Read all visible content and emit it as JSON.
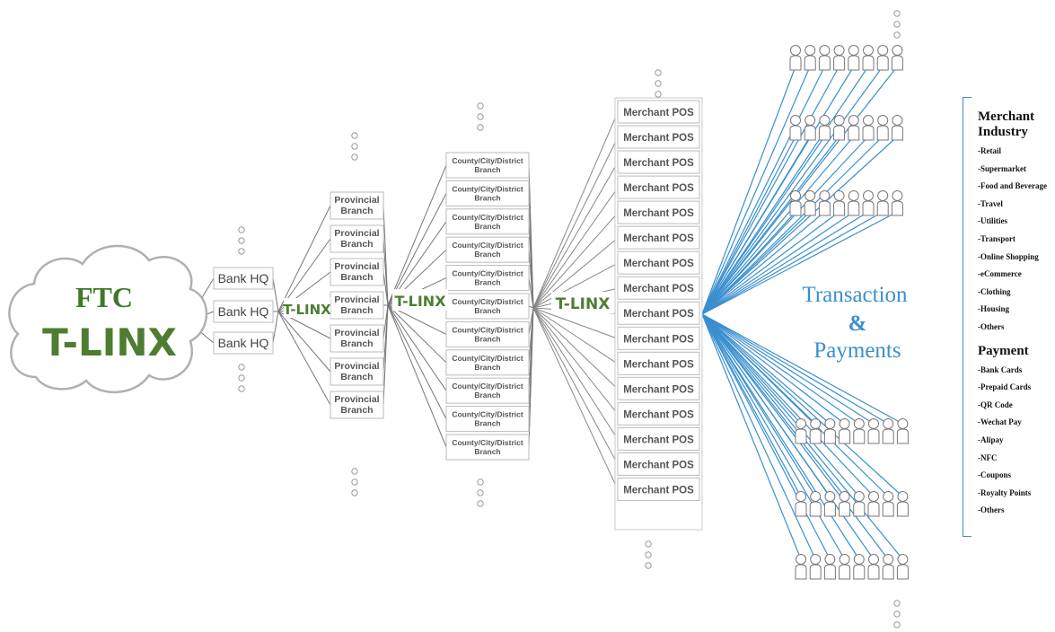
{
  "cloud": {
    "line1": "FTC",
    "line2": "T-LINX"
  },
  "bank_hq": [
    "Bank HQ",
    "Bank HQ",
    "Bank HQ"
  ],
  "linx_label": "T-LINX",
  "provincial": [
    "Provincial Branch",
    "Provincial Branch",
    "Provincial Branch",
    "Provincial Branch",
    "Provincial Branch",
    "Provincial Branch",
    "Provincial Branch"
  ],
  "county": [
    "County/City/District Branch",
    "County/City/District Branch",
    "County/City/District Branch",
    "County/City/District Branch",
    "County/City/District Branch",
    "County/City/District Branch",
    "County/City/District Branch",
    "County/City/District Branch",
    "County/City/District Branch",
    "County/City/District Branch",
    "County/City/District Branch"
  ],
  "merchant_pos": [
    "Merchant POS",
    "Merchant POS",
    "Merchant POS",
    "Merchant POS",
    "Merchant POS",
    "Merchant POS",
    "Merchant POS",
    "Merchant POS",
    "Merchant POS",
    "Merchant POS",
    "Merchant POS",
    "Merchant POS",
    "Merchant POS",
    "Merchant POS",
    "Merchant POS",
    "Merchant POS"
  ],
  "transaction": {
    "line1": "Transaction",
    "line2": "&",
    "line3": "Payments"
  },
  "legend": {
    "industry_title_1": "Merchant",
    "industry_title_2": "Industry",
    "industry_items": [
      "-Retail",
      "-Supermarket",
      "-Food and Beverage",
      "-Travel",
      "-Utilities",
      "-Transport",
      "-Online Shopping",
      "-eCommerce",
      "-Clothing",
      "-Housing",
      "-Others"
    ],
    "payment_title": "Payment",
    "payment_items": [
      "-Bank Cards",
      "-Prepaid Cards",
      "-QR Code",
      "-Wechat Pay",
      "-Alipay",
      "-NFC",
      "-Coupons",
      "-Royalty Points",
      "-Others"
    ]
  },
  "colors": {
    "linx_green": "#4e7d31",
    "ftc_green": "#3d7a2a",
    "blue": "#3a8fcf",
    "box_border": "#bbbbbb",
    "line_gray": "#888888"
  },
  "icons": [
    "cloud-icon",
    "ellipsis-dots-icon",
    "person-icon"
  ]
}
